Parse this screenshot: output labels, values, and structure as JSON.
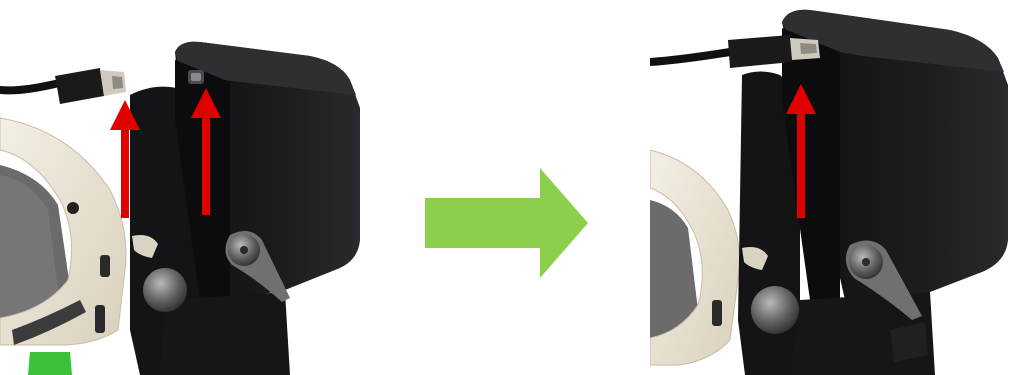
{
  "figure": {
    "step_before": {
      "state": "cable-unplugged",
      "indicator_arrows": 2,
      "indicator_color": "#e10000"
    },
    "transition": {
      "arrow_color": "#8ccf4d",
      "icon": "right-arrow-icon"
    },
    "step_after": {
      "state": "cable-plugged-in",
      "indicator_arrows": 1,
      "indicator_color": "#e10000"
    },
    "colors": {
      "device_body": "#1a1a1c",
      "strap": "#ede6d6",
      "cushion": "#6a6a6a",
      "accent_green": "#39c23a",
      "cable": "#111111",
      "connector_metal": "#cfcac0"
    }
  }
}
